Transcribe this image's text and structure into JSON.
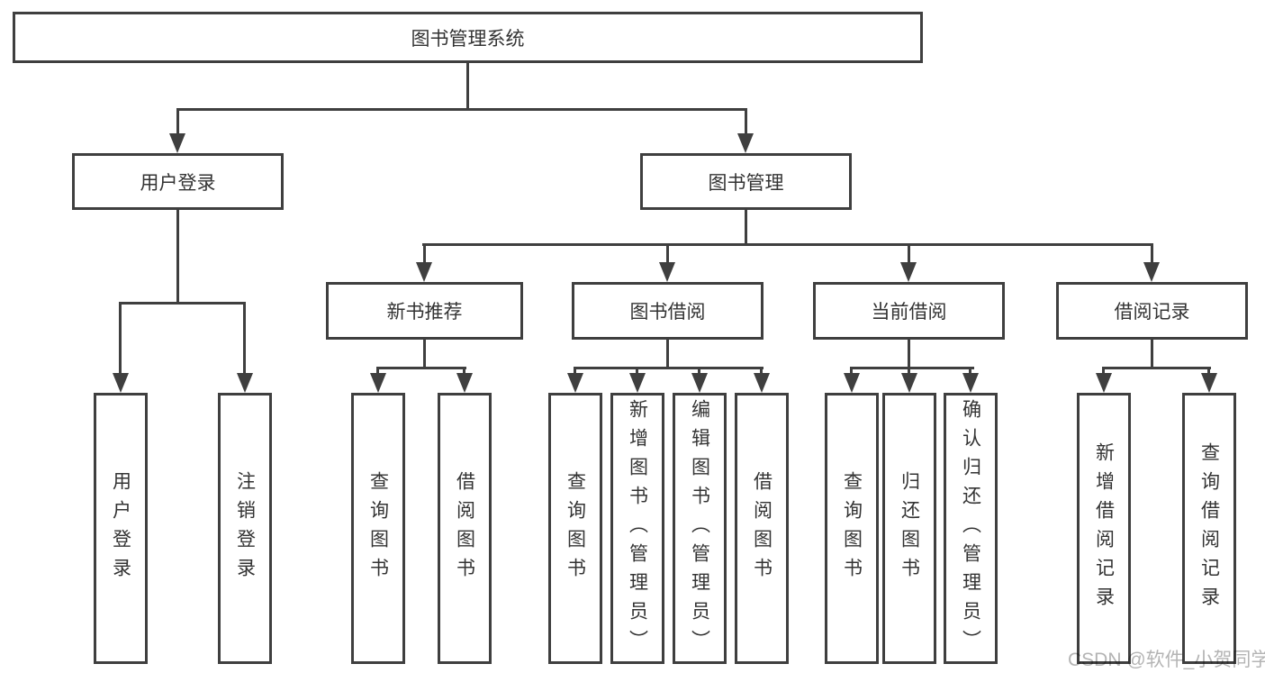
{
  "tree": {
    "root": {
      "label": "图书管理系统"
    },
    "level2": [
      {
        "label": "用户登录"
      },
      {
        "label": "图书管理"
      }
    ],
    "level3": [
      {
        "label": "新书推荐"
      },
      {
        "label": "图书借阅"
      },
      {
        "label": "当前借阅"
      },
      {
        "label": "借阅记录"
      }
    ],
    "leaves": {
      "user_login": [
        "用户登录",
        "注销登录"
      ],
      "new_book_recommend": [
        "查询图书",
        "借阅图书"
      ],
      "book_borrow": [
        "查询图书",
        "新增图书（管理员）",
        "编辑图书（管理员）",
        "借阅图书"
      ],
      "current_borrow": [
        "查询图书",
        "归还图书",
        "确认归还（管理员）"
      ],
      "borrow_records": [
        "新增借阅记录",
        "查询借阅记录"
      ]
    }
  },
  "watermark": {
    "text": "CSDN @软件_小贺同学"
  },
  "colors": {
    "line": "#3f3f3f",
    "text": "#333333",
    "background": "#ffffff",
    "watermark": "#b4b4b4"
  }
}
